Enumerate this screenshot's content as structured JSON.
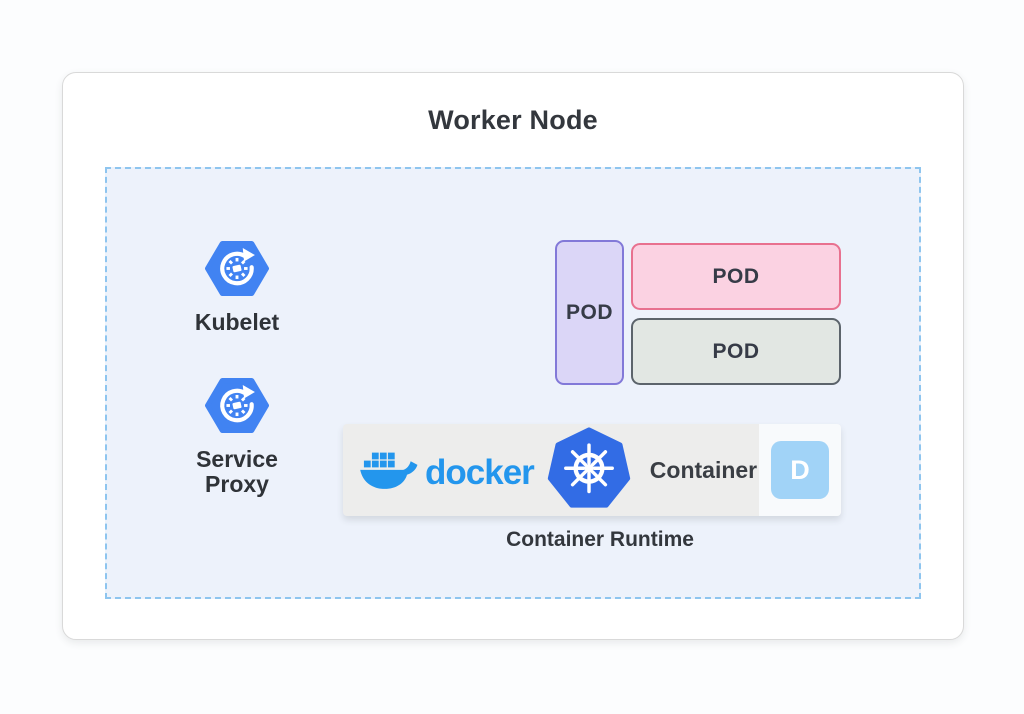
{
  "colors": {
    "page_bg": "#fcfdfe",
    "card_bg": "#ffffff",
    "card_border": "#d9d9d9",
    "node_bg": "#edf2fb",
    "node_border": "#8ec5ef",
    "text_dark": "#33373d",
    "kube_icon_blue": "#4183f2",
    "k8s_blue": "#326ce5",
    "docker_blue": "#2396ed",
    "pod_purple_bg": "#dbd6f7",
    "pod_purple_border": "#8279d8",
    "pod_pink_bg": "#fbd2e2",
    "pod_pink_border": "#e8718f",
    "pod_gray_bg": "#e2e7e3",
    "pod_gray_border": "#5c646b",
    "runtime_bar_bg": "#ededec",
    "containerd_bg": "#a1d3f7"
  },
  "diagram": {
    "title": "Worker Node",
    "kubelet": {
      "label": "Kubelet"
    },
    "service_proxy": {
      "line1": "Service",
      "line2": "Proxy"
    },
    "pods": [
      {
        "label": "POD"
      },
      {
        "label": "POD"
      },
      {
        "label": "POD"
      }
    ],
    "runtime": {
      "docker_text": "docker",
      "container_text": "Container",
      "containerd_letter": "D",
      "caption": "Container Runtime"
    }
  }
}
